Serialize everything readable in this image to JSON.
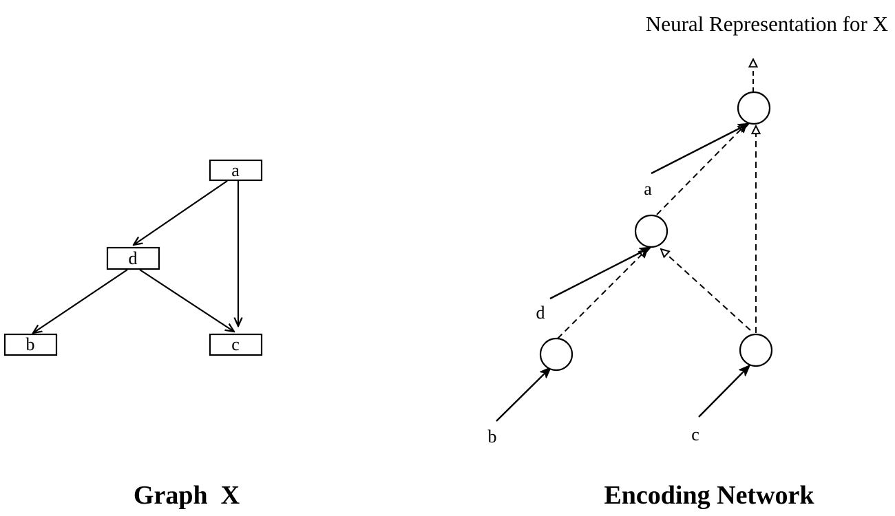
{
  "graph": {
    "caption": "Graph  X",
    "nodes": {
      "a": "a",
      "d": "d",
      "b": "b",
      "c": "c"
    }
  },
  "network": {
    "caption": "Encoding Network",
    "output_title": "Neural Representation for X",
    "input_labels": {
      "a": "a",
      "d": "d",
      "b": "b",
      "c": "c"
    }
  },
  "colors": {
    "ink": "#000000",
    "background": "#ffffff"
  }
}
